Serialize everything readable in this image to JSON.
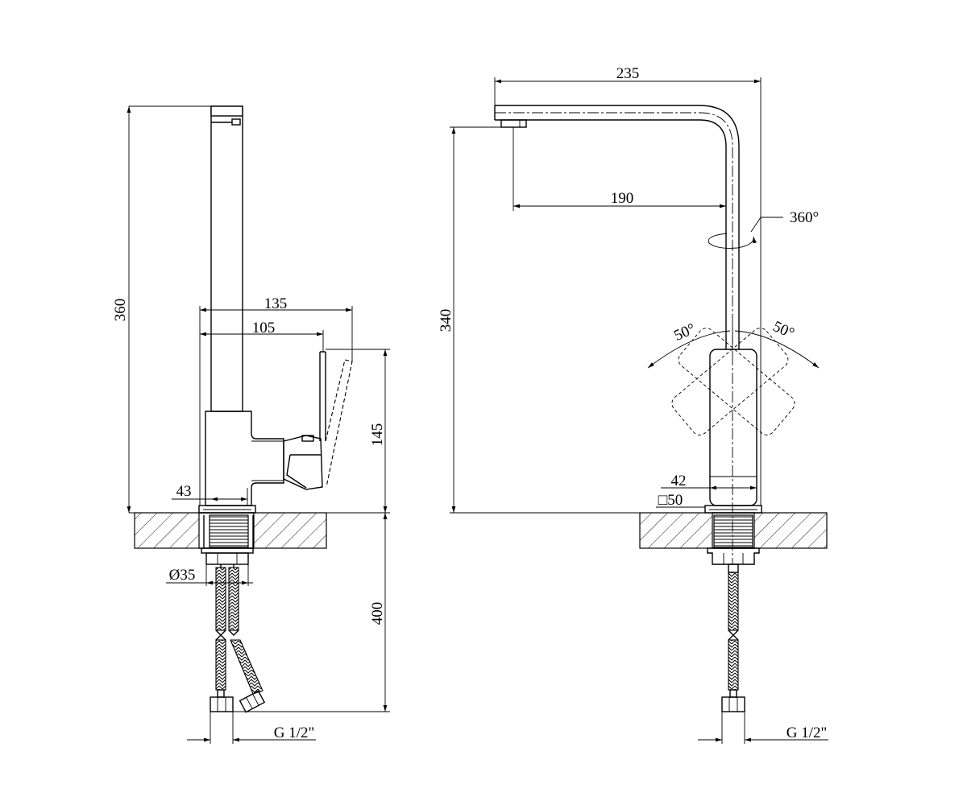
{
  "diagram": {
    "side_view": {
      "dim_height_total": "360",
      "dim_handle_reach": "135",
      "dim_body_reach": "105",
      "dim_handle_height": "145",
      "dim_body_width": "43",
      "dim_thread_diameter": "Ø35",
      "dim_hose_length": "400",
      "dim_hose_connector": "G 1/2\""
    },
    "front_view": {
      "dim_spout_reach_total": "235",
      "dim_spout_reach": "190",
      "dim_spout_height": "340",
      "dim_rotation": "360°",
      "dim_lever_angle_left": "50°",
      "dim_lever_angle_right": "50°",
      "dim_body_width": "42",
      "dim_base_square": "□50",
      "dim_hose_connector": "G 1/2\""
    }
  }
}
